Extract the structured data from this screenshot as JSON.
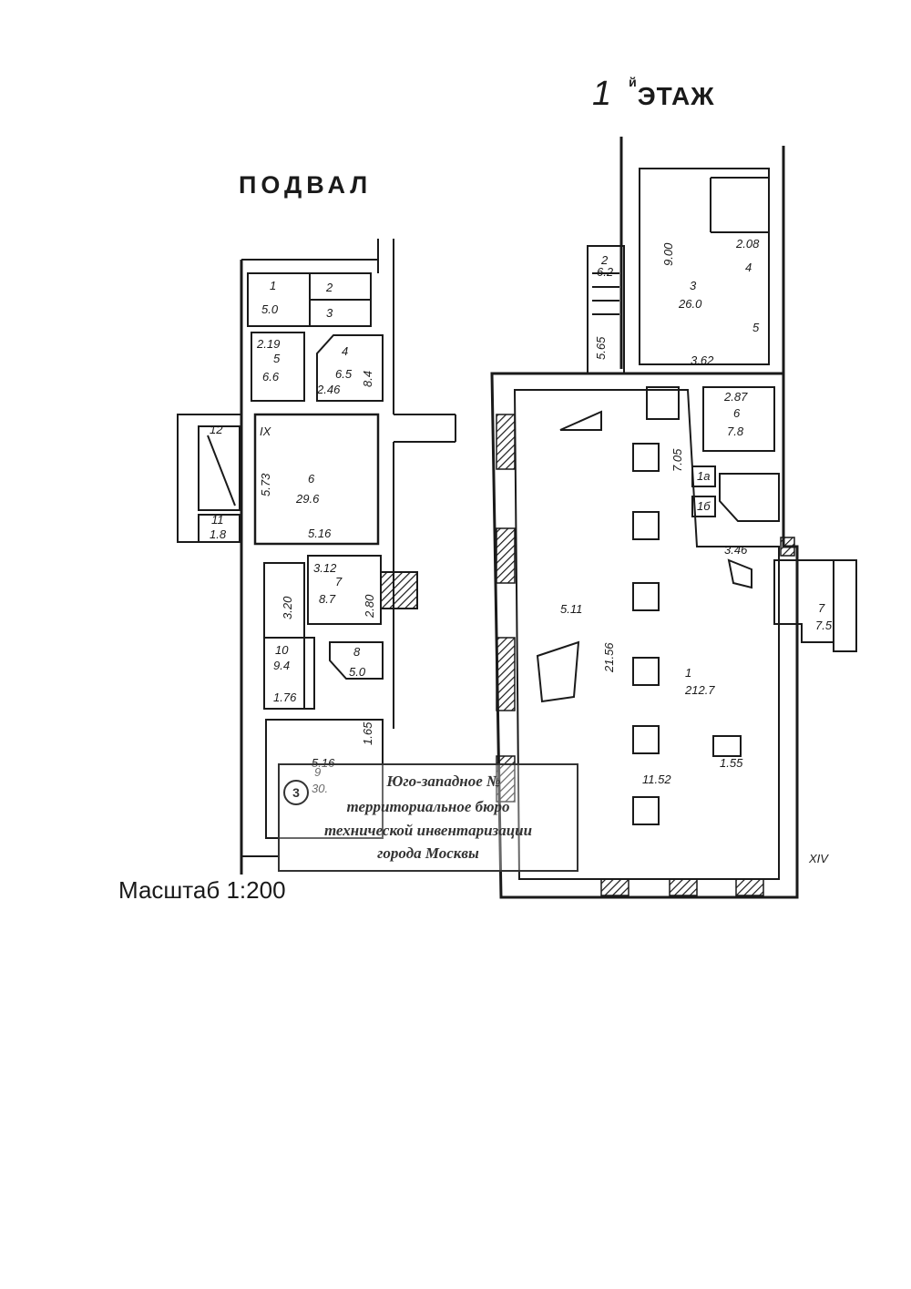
{
  "titles": {
    "basement": "ПОДВАЛ",
    "floor_num": "1",
    "floor_sup": "й",
    "floor": "ЭТАЖ",
    "scale": "Масштаб 1:200"
  },
  "stamp": {
    "badge": "3",
    "line1": "Юго-западное №",
    "line2": "территориальное бюро",
    "line3": "технической инвентаризации",
    "line4": "города Москвы"
  },
  "basement_rooms": [
    {
      "num": "1",
      "area": "5.0"
    },
    {
      "num": "2",
      "area": ""
    },
    {
      "num": "3",
      "area": ""
    },
    {
      "num": "4",
      "area": "6.5"
    },
    {
      "num": "5",
      "area": "6.6"
    },
    {
      "num": "6",
      "area": "29.6"
    },
    {
      "num": "7",
      "area": "8.7"
    },
    {
      "num": "8",
      "area": "5.0"
    },
    {
      "num": "9",
      "area": "30."
    },
    {
      "num": "10",
      "area": "9.4"
    },
    {
      "num": "11",
      "area": "1.8"
    },
    {
      "num": "12",
      "area": ""
    }
  ],
  "basement_dims": [
    "2.19",
    "2.46",
    "8.4",
    "5.73",
    "5.16",
    "3.12",
    "2.80",
    "3.20",
    "1.76",
    "1.65",
    "5.16",
    "IX"
  ],
  "floor_rooms": [
    {
      "num": "1",
      "area": "212.7"
    },
    {
      "num": "2",
      "area": "6.2"
    },
    {
      "num": "3",
      "area": "26.0"
    },
    {
      "num": "4",
      "area": ""
    },
    {
      "num": "5",
      "area": ""
    },
    {
      "num": "6",
      "area": "7.8"
    },
    {
      "num": "7",
      "area": "7.5"
    },
    {
      "num": "1а",
      "area": ""
    },
    {
      "num": "1б",
      "area": ""
    }
  ],
  "floor_dims": [
    "9.00",
    "2.08",
    "3.62",
    "2.87",
    "7.05",
    "3.46",
    "5.11",
    "21.56",
    "11.52",
    "1.55",
    "5.65",
    "XIV"
  ]
}
